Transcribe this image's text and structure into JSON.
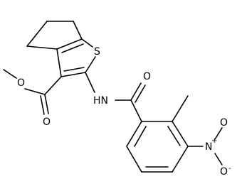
{
  "molecule": {
    "atoms": {
      "S": "S",
      "O_ester_single": "O",
      "O_ester_double": "O",
      "NH": "HN",
      "O_amide": "O",
      "N_nitro": "N",
      "nitro_plus": "+",
      "O_nitro_top": "O",
      "O_nitro_bottom": "O",
      "nitro_minus": "-"
    }
  }
}
